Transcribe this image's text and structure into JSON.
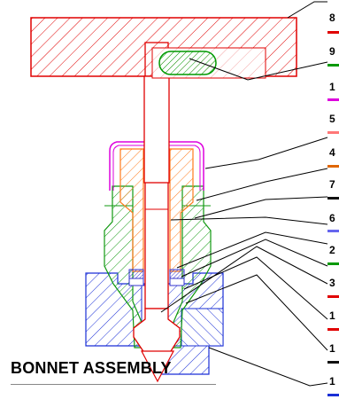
{
  "title": "BONNET ASSEMBLY",
  "colors": {
    "handle": "#e00000",
    "pin": "#009900",
    "cap": "#dd00dd",
    "stem_sleeve": "#ff7a1a",
    "bonnet_body": "#119911",
    "packing": "#3333cc",
    "seat_block": "#1a2fd6",
    "leader": "#000000"
  },
  "callouts": [
    {
      "label": "8",
      "color": "#e00000"
    },
    {
      "label": "9",
      "color": "#009900"
    },
    {
      "label": "1",
      "color": "#dd00dd"
    },
    {
      "label": "5",
      "color": "#ff7777"
    },
    {
      "label": "4",
      "color": "#e06600"
    },
    {
      "label": "7",
      "color": "#111111"
    },
    {
      "label": "6",
      "color": "#6666ee"
    },
    {
      "label": "2",
      "color": "#009900"
    },
    {
      "label": "3",
      "color": "#e00000"
    },
    {
      "label": "1",
      "color": "#e00000"
    },
    {
      "label": "1",
      "color": "#111111"
    },
    {
      "label": "1",
      "color": "#1a2fd6"
    }
  ]
}
